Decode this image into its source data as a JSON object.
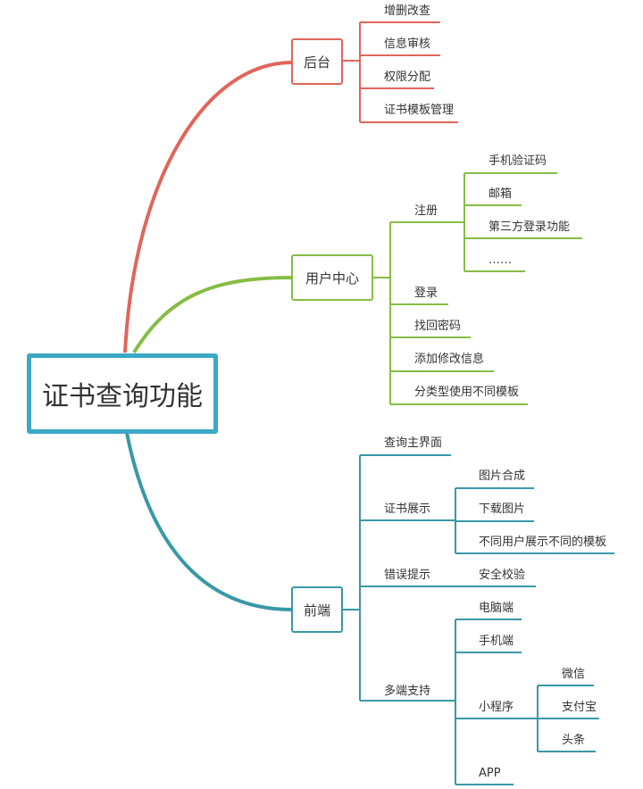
{
  "colors": {
    "red": "#e0665a",
    "green": "#86bd45",
    "teal": "#3898a8",
    "root_border": "#3aa8c6"
  },
  "root": "证书查询功能",
  "backend": {
    "label": "后台",
    "items": [
      "增删改查",
      "信息审核",
      "权限分配",
      "证书模板管理"
    ]
  },
  "user_center": {
    "label": "用户中心",
    "register": {
      "label": "注册",
      "items": [
        "手机验证码",
        "邮箱",
        "第三方登录功能",
        "……"
      ]
    },
    "items": [
      "登录",
      "找回密码",
      "添加修改信息",
      "分类型使用不同模板"
    ]
  },
  "frontend": {
    "label": "前端",
    "main_ui": "查询主界面",
    "cert_display": {
      "label": "证书展示",
      "items": [
        "图片合成",
        "下载图片",
        "不同用户展示不同的模板"
      ]
    },
    "error_tip": {
      "label": "错误提示",
      "items": [
        "安全校验"
      ]
    },
    "multi": {
      "label": "多端支持",
      "items": [
        "电脑端",
        "手机端"
      ],
      "mini_program": {
        "label": "小程序",
        "items": [
          "微信",
          "支付宝",
          "头条"
        ]
      },
      "app": "APP"
    }
  }
}
